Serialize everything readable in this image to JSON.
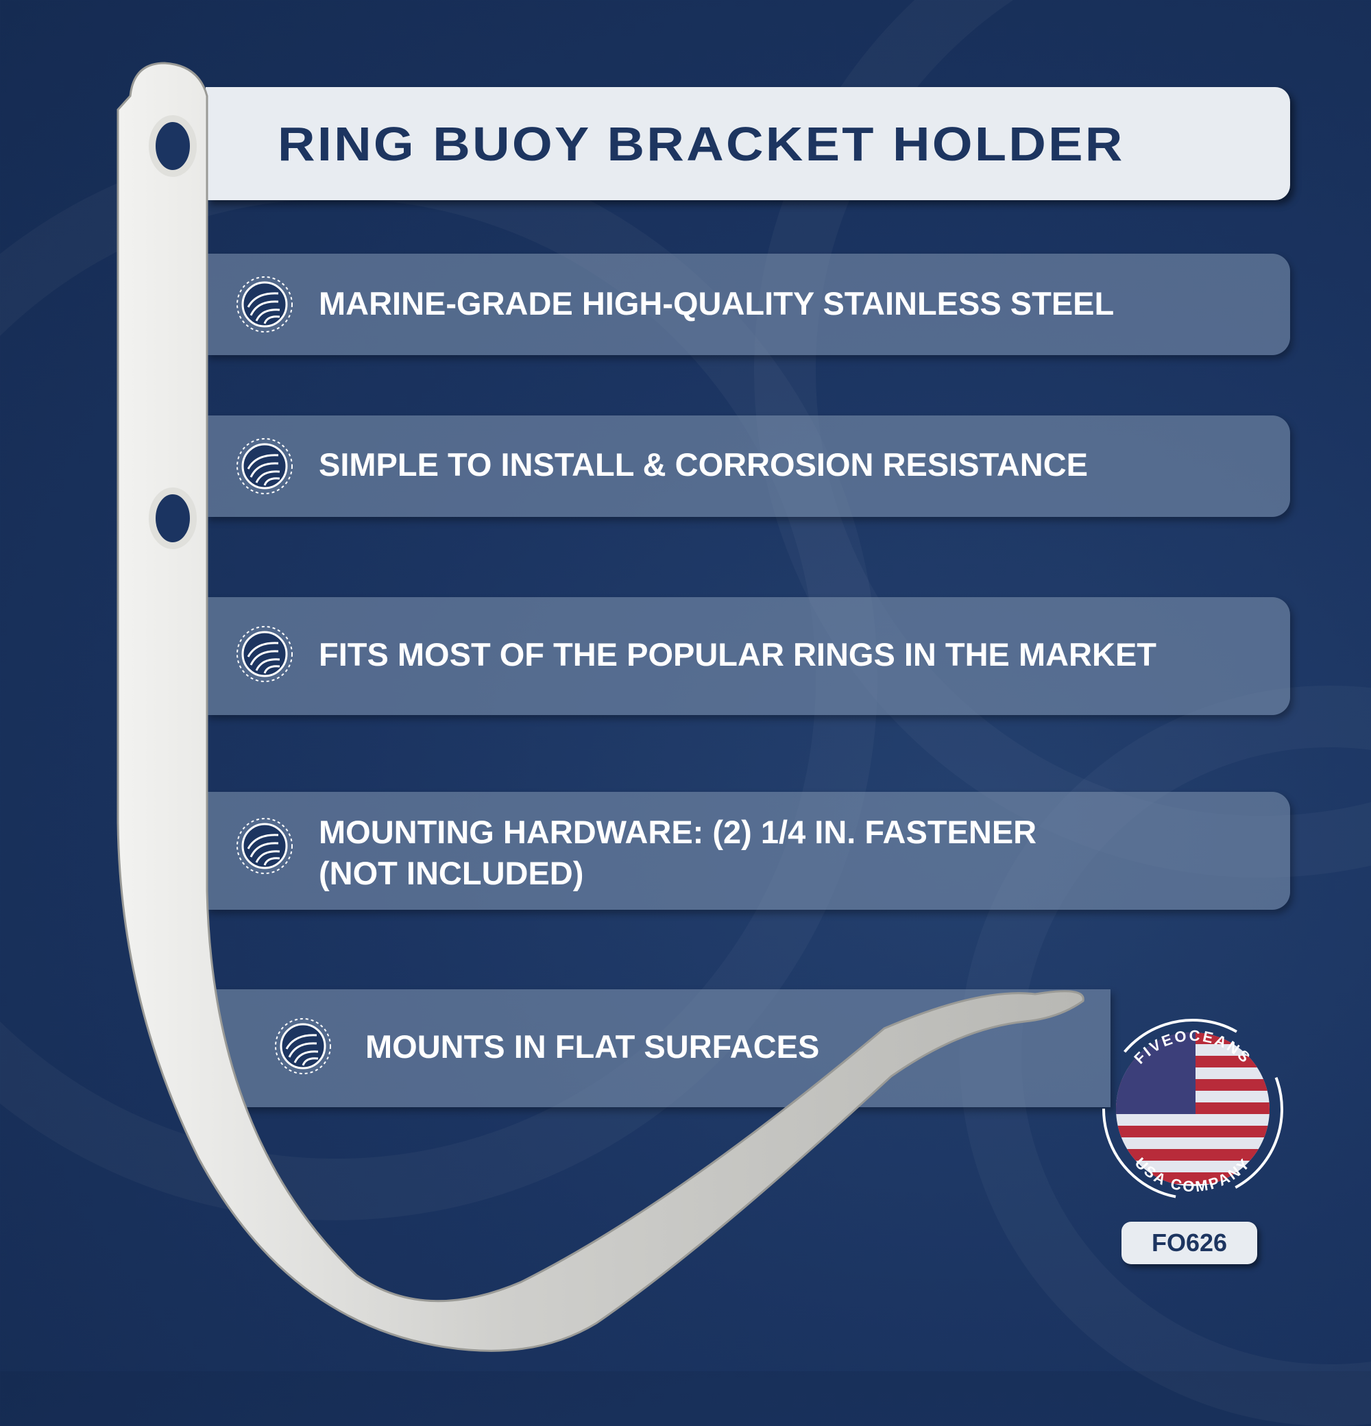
{
  "title": "RING BUOY BRACKET HOLDER",
  "features": [
    {
      "label": "MARINE-GRADE HIGH-QUALITY STAINLESS STEEL",
      "icon": "wave-logo-icon"
    },
    {
      "label": "SIMPLE TO INSTALL & CORROSION RESISTANCE",
      "icon": "wave-logo-icon"
    },
    {
      "label": "FITS MOST OF THE POPULAR RINGS IN THE MARKET",
      "icon": "wave-logo-icon"
    },
    {
      "label_line1": "MOUNTING HARDWARE: (2) 1/4 IN. FASTENER",
      "label_line2": "(NOT INCLUDED)",
      "icon": "wave-logo-icon"
    },
    {
      "label": "MOUNTS IN FLAT SURFACES",
      "icon": "wave-logo-icon"
    }
  ],
  "badge": {
    "top_text": "FIVEOCEANS",
    "bottom_text": "USA COMPANY",
    "icon": "us-flag-icon"
  },
  "product_code": "FO626",
  "colors": {
    "navy": "#1d3560",
    "background": "#1b3461",
    "panel": "#e8ecf1",
    "feature_bar": "#6a7e9c"
  }
}
